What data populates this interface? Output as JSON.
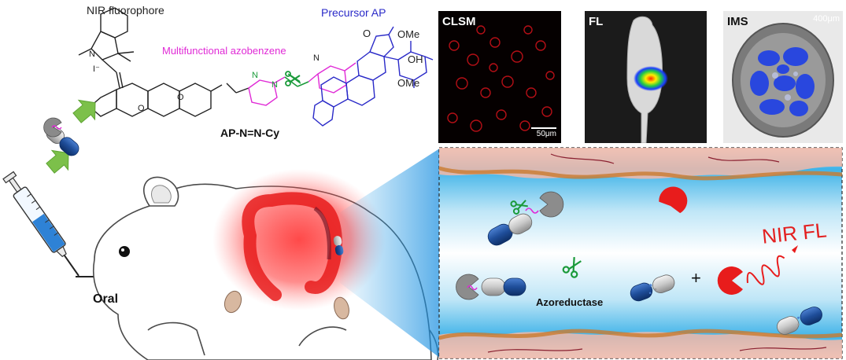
{
  "labels": {
    "nir_fluorophore": "NIR fluorophore",
    "multifunctional_azobenzene": "Multifunctional azobenzene",
    "precursor_ap": "Precursor AP",
    "compound_name": "AP-N=N-Cy",
    "oral": "Oral",
    "azoreductase": "Azoreductase",
    "nir_fl": "NIR FL",
    "plus": "+"
  },
  "chemistry": {
    "ome_top": "OMe",
    "oh": "OH",
    "ome_bottom": "OMe",
    "lactone_o": "O",
    "nh": "N",
    "azo_n1": "N",
    "azo_n2": "N",
    "n_plus": "N",
    "iodide": "I⁻",
    "ether_o": "O",
    "linker_o": "O"
  },
  "panels": [
    {
      "title": "CLSM",
      "scale": "50μm"
    },
    {
      "title": "FL"
    },
    {
      "title": "IMS",
      "scale": "400μm"
    }
  ],
  "colors": {
    "magenta": "#e02ad6",
    "blue": "#2a2ac8",
    "green": "#1a9a3a",
    "red": "#e32020",
    "capsule_blue": "#1f4e9a",
    "arrow_green": "#7cc04a"
  },
  "icons": [
    "syringe-icon",
    "capsule-icon",
    "scissors-icon",
    "mouse-illustration",
    "arrow-icon"
  ]
}
